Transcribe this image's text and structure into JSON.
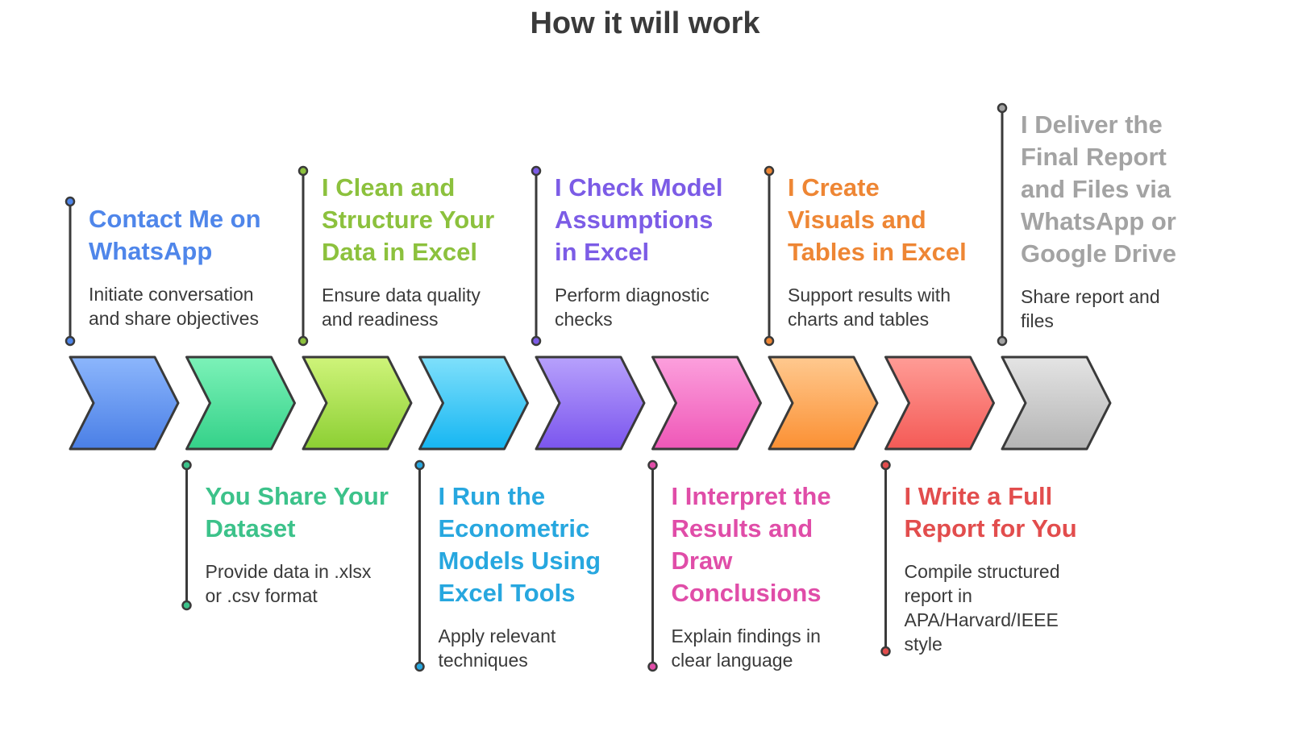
{
  "title": "How it will work",
  "steps": [
    {
      "title": "Contact Me on WhatsApp",
      "desc": "Initiate conversation and share objectives",
      "position": "top",
      "color": "#4f86ea",
      "light": "#8cb6fc",
      "dark": "#4a7fe6"
    },
    {
      "title": "You Share Your Dataset",
      "desc": "Provide data in .xlsx or .csv format",
      "position": "bottom",
      "color": "#3cc28a",
      "light": "#7cf2b8",
      "dark": "#34d189"
    },
    {
      "title": "I Clean and Structure Your Data in Excel",
      "desc": "Ensure data quality and readiness",
      "position": "top",
      "color": "#8cc13d",
      "light": "#cff47a",
      "dark": "#8ccf33"
    },
    {
      "title": "I Run the Econometric Models Using Excel Tools",
      "desc": "Apply relevant techniques",
      "position": "bottom",
      "color": "#27a7df",
      "light": "#7fe0fb",
      "dark": "#16b6f2"
    },
    {
      "title": "I Check Model Assumptions in Excel",
      "desc": "Perform diagnostic checks",
      "position": "top",
      "color": "#7c5ce6",
      "light": "#b7a1fc",
      "dark": "#7b55ee"
    },
    {
      "title": "I Interpret the Results and Draw Conclusions",
      "desc": "Explain findings in clear language",
      "position": "bottom",
      "color": "#e04da8",
      "light": "#fca0dd",
      "dark": "#ef57b7"
    },
    {
      "title": "I Create Visuals and Tables in Excel",
      "desc": "Support results with charts and tables",
      "position": "top",
      "color": "#ee8634",
      "light": "#ffc98f",
      "dark": "#fb9033"
    },
    {
      "title": "I Write a Full Report for You",
      "desc": "Compile structured report in APA/Harvard/IEEE style",
      "position": "bottom",
      "color": "#e24d4d",
      "light": "#ff9c96",
      "dark": "#f45a56"
    },
    {
      "title": "I Deliver the Final Report and Files via WhatsApp or Google Drive",
      "desc": "Share report and files",
      "position": "top",
      "color": "#a3a3a3",
      "light": "#e4e4e4",
      "dark": "#b4b4b4"
    }
  ]
}
